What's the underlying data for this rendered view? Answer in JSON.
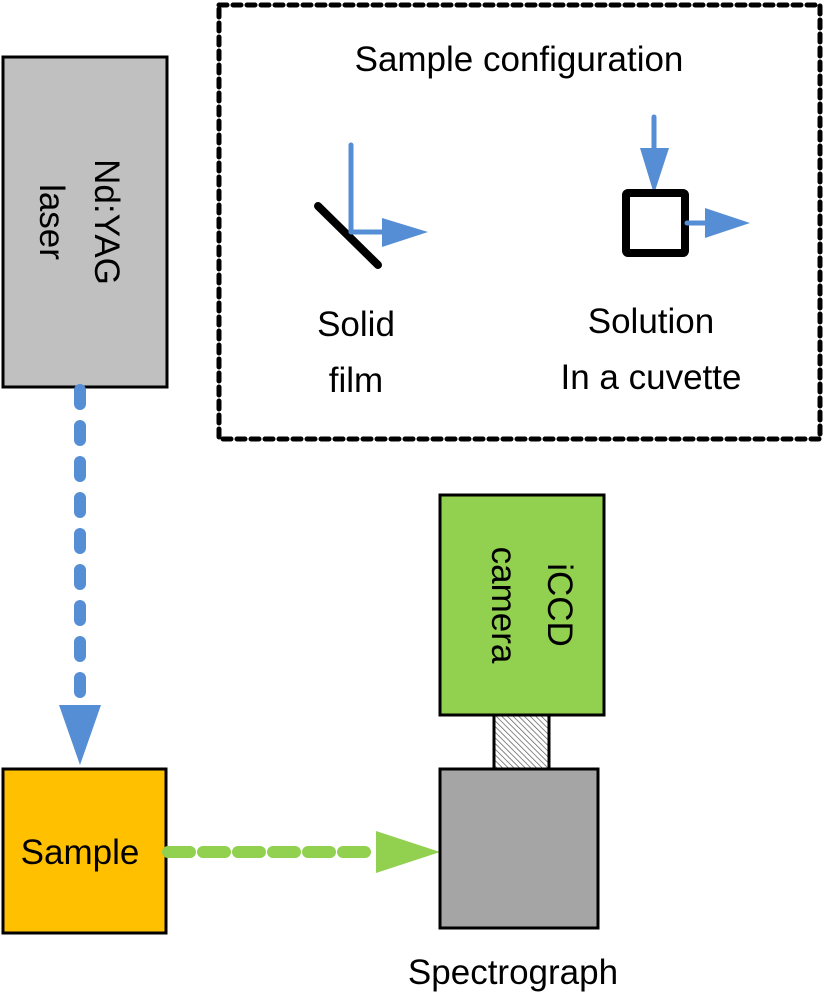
{
  "colors": {
    "laser_box": "#C0C0C0",
    "sample_box": "#FFC000",
    "camera_box": "#92D050",
    "spectrograph_box": "#A5A5A5",
    "laser_beam": "#558ED5",
    "emission_beam": "#92D050",
    "outline": "#000000"
  },
  "components": {
    "laser": {
      "line1": "Nd:YAG",
      "line2": "laser"
    },
    "sample": {
      "label": "Sample"
    },
    "camera": {
      "line1": "iCCD",
      "line2": "camera"
    },
    "spectrograph": {
      "label": "Spectrograph"
    }
  },
  "inset": {
    "title": "Sample configuration",
    "configs": [
      {
        "line1": "Solid",
        "line2": "film",
        "icon": "tilted-film-icon"
      },
      {
        "line1": "Solution",
        "line2": "In a cuvette",
        "icon": "cuvette-icon"
      }
    ]
  },
  "connections": [
    {
      "from": "laser",
      "to": "sample",
      "style": "dashed",
      "color": "laser_beam"
    },
    {
      "from": "sample",
      "to": "spectrograph",
      "style": "dashed",
      "color": "emission_beam"
    },
    {
      "from": "camera",
      "to": "spectrograph",
      "style": "hatched-coupler"
    }
  ]
}
